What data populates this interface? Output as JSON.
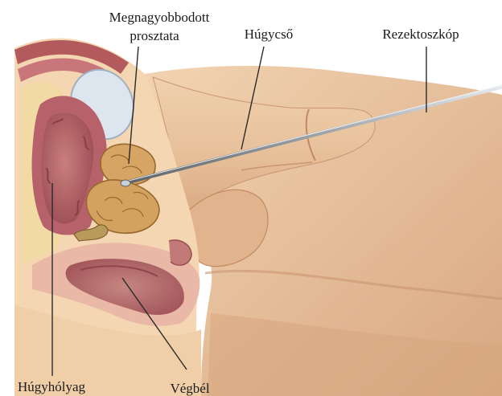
{
  "labels": {
    "enlarged_prostate_line1": "Megnagyobbodott",
    "enlarged_prostate_line2": "prosztata",
    "urethra": "Húgycső",
    "resectoscope": "Rezektoszkóp",
    "bladder": "Húgyhólyag",
    "rectum": "Végbél"
  },
  "colors": {
    "skin_light": "#f5d9b9",
    "skin_mid": "#e9c19a",
    "skin_shadow": "#d7a77f",
    "tissue_pink": "#d08a83",
    "tissue_dark": "#a24f55",
    "bladder_wall": "#b8646a",
    "bladder_lumen": "#c97e7c",
    "prostate": "#d7a865",
    "prostate_line": "#9a6f33",
    "bone": "#dfe7ee",
    "fat_yellow": "#f3df9d",
    "scope": "#8d949a"
  }
}
